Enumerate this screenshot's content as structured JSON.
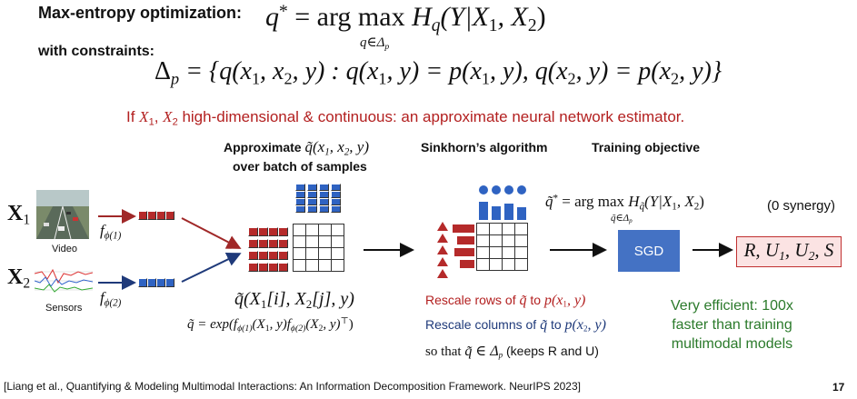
{
  "heading": {
    "maxent_label": "Max-entropy optimization:",
    "constraints_label": "with constraints:",
    "eq_q": "q",
    "eq_star": "*",
    "eq_eq": " = arg max ",
    "eq_sub": "q∈Δ",
    "eq_sub_p": "p",
    "eq_H": "H",
    "eq_Hsub": "q",
    "eq_args": "(Y|X",
    "eq_x1": "1",
    "eq_comma": ", X",
    "eq_x2": "2",
    "eq_close": ")",
    "delta_lhs": "Δ",
    "delta_p": "p",
    "delta_rhs": " = {q(x",
    "delta_1": "1",
    "delta_mid1": ", x",
    "delta_2": "2",
    "delta_mid2": ", y) : q(x",
    "delta_3": "1",
    "delta_mid3": ", y) = p(x",
    "delta_4": "1",
    "delta_mid4": ", y), q(x",
    "delta_5": "2",
    "delta_mid5": ", y) = p(x",
    "delta_6": "2",
    "delta_end": ", y)}"
  },
  "note": {
    "prefix": "If ",
    "var1": "X",
    "sub1": "1",
    "sep": ", ",
    "var2": "X",
    "sub2": "2",
    "suffix": " high-dimensional & continuous: an approximate neural network estimator."
  },
  "columns": {
    "approx_label": "Approximate",
    "approx_math": "q̃(x",
    "approx_1": "1",
    "approx_mid": ", x",
    "approx_2": "2",
    "approx_end": ", y)",
    "approx_line2": "over batch of samples",
    "sinkhorn": "Sinkhorn’s algorithm",
    "training": "Training objective"
  },
  "inputs": {
    "x1": "X",
    "x1_sub": "1",
    "x2": "X",
    "x2_sub": "2",
    "video": "Video",
    "sensors": "Sensors",
    "f1": "f",
    "f1_sub": "ϕ(1)",
    "f2": "f",
    "f2_sub": "ϕ(2)"
  },
  "objective": {
    "lhs": "q̃",
    "star": "*",
    "eq": " = arg max ",
    "sub": "q̃∈Δ",
    "sub_p": "p",
    "H": "H",
    "Hsub": "q̃",
    "args": "(Y|X",
    "a1": "1",
    "comma": ", X",
    "a2": "2",
    "close": ")",
    "synergy": "(0 synergy)"
  },
  "sgd_label": "SGD",
  "result": {
    "R": "R, U",
    "u1": "1",
    "mid": ", U",
    "u2": "2",
    "end": ", S"
  },
  "qtilde": {
    "head": "q̃(X",
    "s1": "1",
    "mid1": "[i], X",
    "s2": "2",
    "end": "[j], y)",
    "formula_lhs": "q̃ = exp(f",
    "f1sub": "ϕ(1)",
    "formula_mid1": "(X",
    "x1": "1",
    "formula_mid2": ", y)f",
    "f2sub": "ϕ(2)",
    "formula_mid3": "(X",
    "x2": "2",
    "formula_mid4": ", y)",
    "top": "⊤",
    "formula_end": ")"
  },
  "rescale": {
    "rows_prefix": "Rescale rows of ",
    "rows_q": "q̃",
    "rows_to": " to ",
    "rows_p": "p(x",
    "rows_1": "1",
    "rows_end": ", y)",
    "cols_prefix": "Rescale columns of ",
    "cols_q": "q̃",
    "cols_to": " to ",
    "cols_p": "p(x",
    "cols_2": "2",
    "cols_end": ", y)",
    "sothat_prefix": "so that ",
    "sothat_math": "q̃ ∈ Δ",
    "sothat_p": "p",
    "sothat_end": " (keeps R and U)"
  },
  "efficient": {
    "line1": "Very efficient: 100x",
    "line2": "faster than training",
    "line3": "multimodal models"
  },
  "footer": {
    "citation": "[Liang et al., Quantifying & Modeling Multimodal Interactions: An Information Decomposition Framework. NeurIPS 2023]",
    "page": "17"
  },
  "colors": {
    "red": "#b52a2a",
    "blue": "#2f63c2",
    "sgd": "#4472c4",
    "green": "#2b7a2b",
    "navy": "#1f3a7a"
  }
}
